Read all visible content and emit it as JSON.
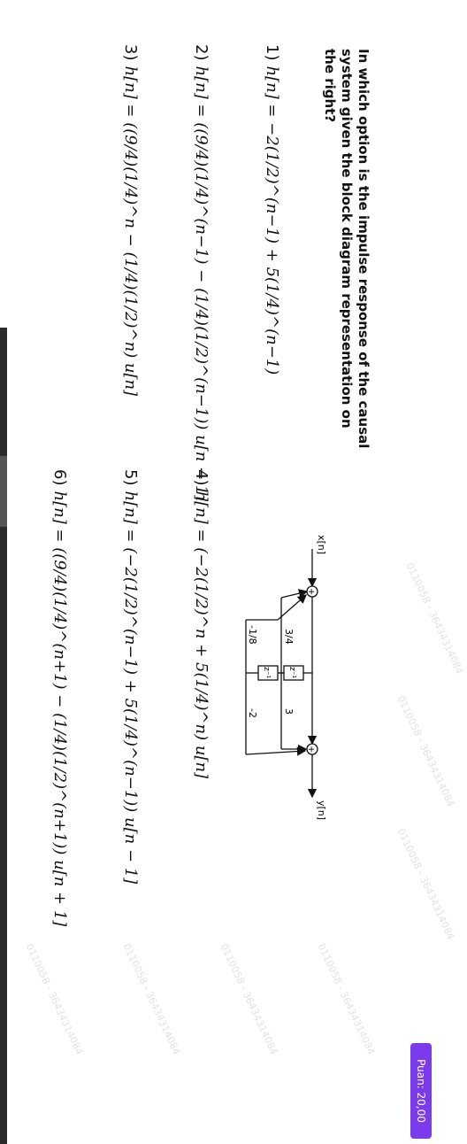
{
  "question": "In which option is the impulse response of the causal system given the block diagram representation on the right?",
  "points_badge": "Puan: 20,00",
  "watermark": "0110058 - 36434314084",
  "options": [
    {
      "num": "1)",
      "expr": "h[n] = −2(1/2)^(n−1) + 5(1/4)^(n−1)"
    },
    {
      "num": "2)",
      "expr": "h[n] = ((9/4)(1/4)^(n−1) − (1/4)(1/2)^(n−1)) u[n − 1]"
    },
    {
      "num": "3)",
      "expr": "h[n] = ((9/4)(1/4)^n − (1/4)(1/2)^n) u[n]"
    },
    {
      "num": "4)",
      "expr": "h[n] = (−2(1/2)^n + 5(1/4)^n) u[n]"
    },
    {
      "num": "5)",
      "expr": "h[n] = (−2(1/2)^(n−1) + 5(1/4)^(n−1)) u[n − 1]"
    },
    {
      "num": "6)",
      "expr": "h[n] = ((9/4)(1/4)^(n+1) − (1/4)(1/2)^(n+1)) u[n + 1]"
    }
  ],
  "diagram": {
    "input": "x[n]",
    "output": "y[n]",
    "delay": "z⁻¹",
    "adder": "+",
    "coef_a": "3/4",
    "coef_b": "-1/8",
    "coef_c": "3",
    "coef_d": "-2"
  }
}
